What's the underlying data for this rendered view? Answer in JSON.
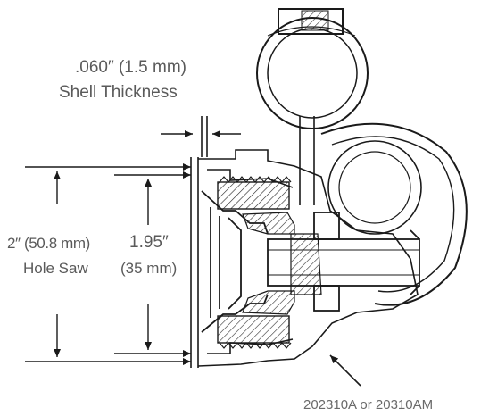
{
  "annotations": {
    "shell_thickness_value": ".060″ (1.5 mm)",
    "shell_thickness_label": "Shell Thickness",
    "hole_saw_value": "2″ (50.8 mm)",
    "hole_saw_label": "Hole Saw",
    "cutout_value": "1.95″",
    "cutout_metric": "(35 mm)",
    "part_number": "202310A or 20310AM"
  },
  "colors": {
    "line": "#1a1a1a",
    "text": "#5a5a5a",
    "hatch": "#2a2a2a",
    "background": "#ffffff"
  }
}
